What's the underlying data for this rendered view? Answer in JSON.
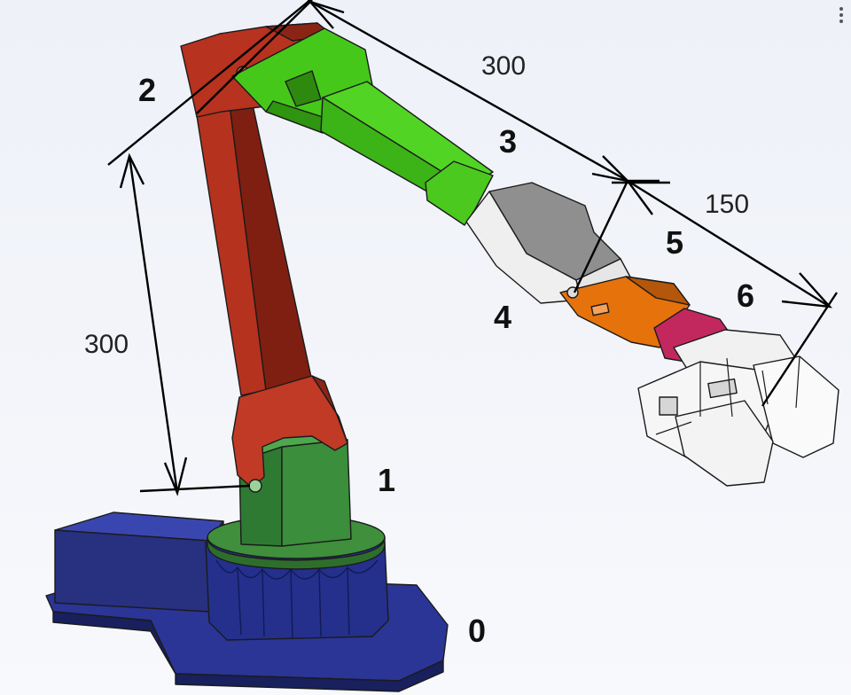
{
  "joints": [
    {
      "id": "0",
      "label": "0"
    },
    {
      "id": "1",
      "label": "1"
    },
    {
      "id": "2",
      "label": "2"
    },
    {
      "id": "3",
      "label": "3"
    },
    {
      "id": "4",
      "label": "4"
    },
    {
      "id": "5",
      "label": "5"
    },
    {
      "id": "6",
      "label": "6"
    }
  ],
  "dimensions": {
    "upper_arm": "300",
    "forearm": "300",
    "wrist": "150"
  },
  "colors": {
    "base": "#1f2a78",
    "shoulder_plate": "#3c8a3a",
    "upper_arm": "#b2311f",
    "forearm": "#46c81a",
    "wrist_bracket": "#f4f4f4",
    "wrist_joint": "#e6720c",
    "wrist_roll": "#c2285e",
    "gripper": "#f6f6f6"
  }
}
